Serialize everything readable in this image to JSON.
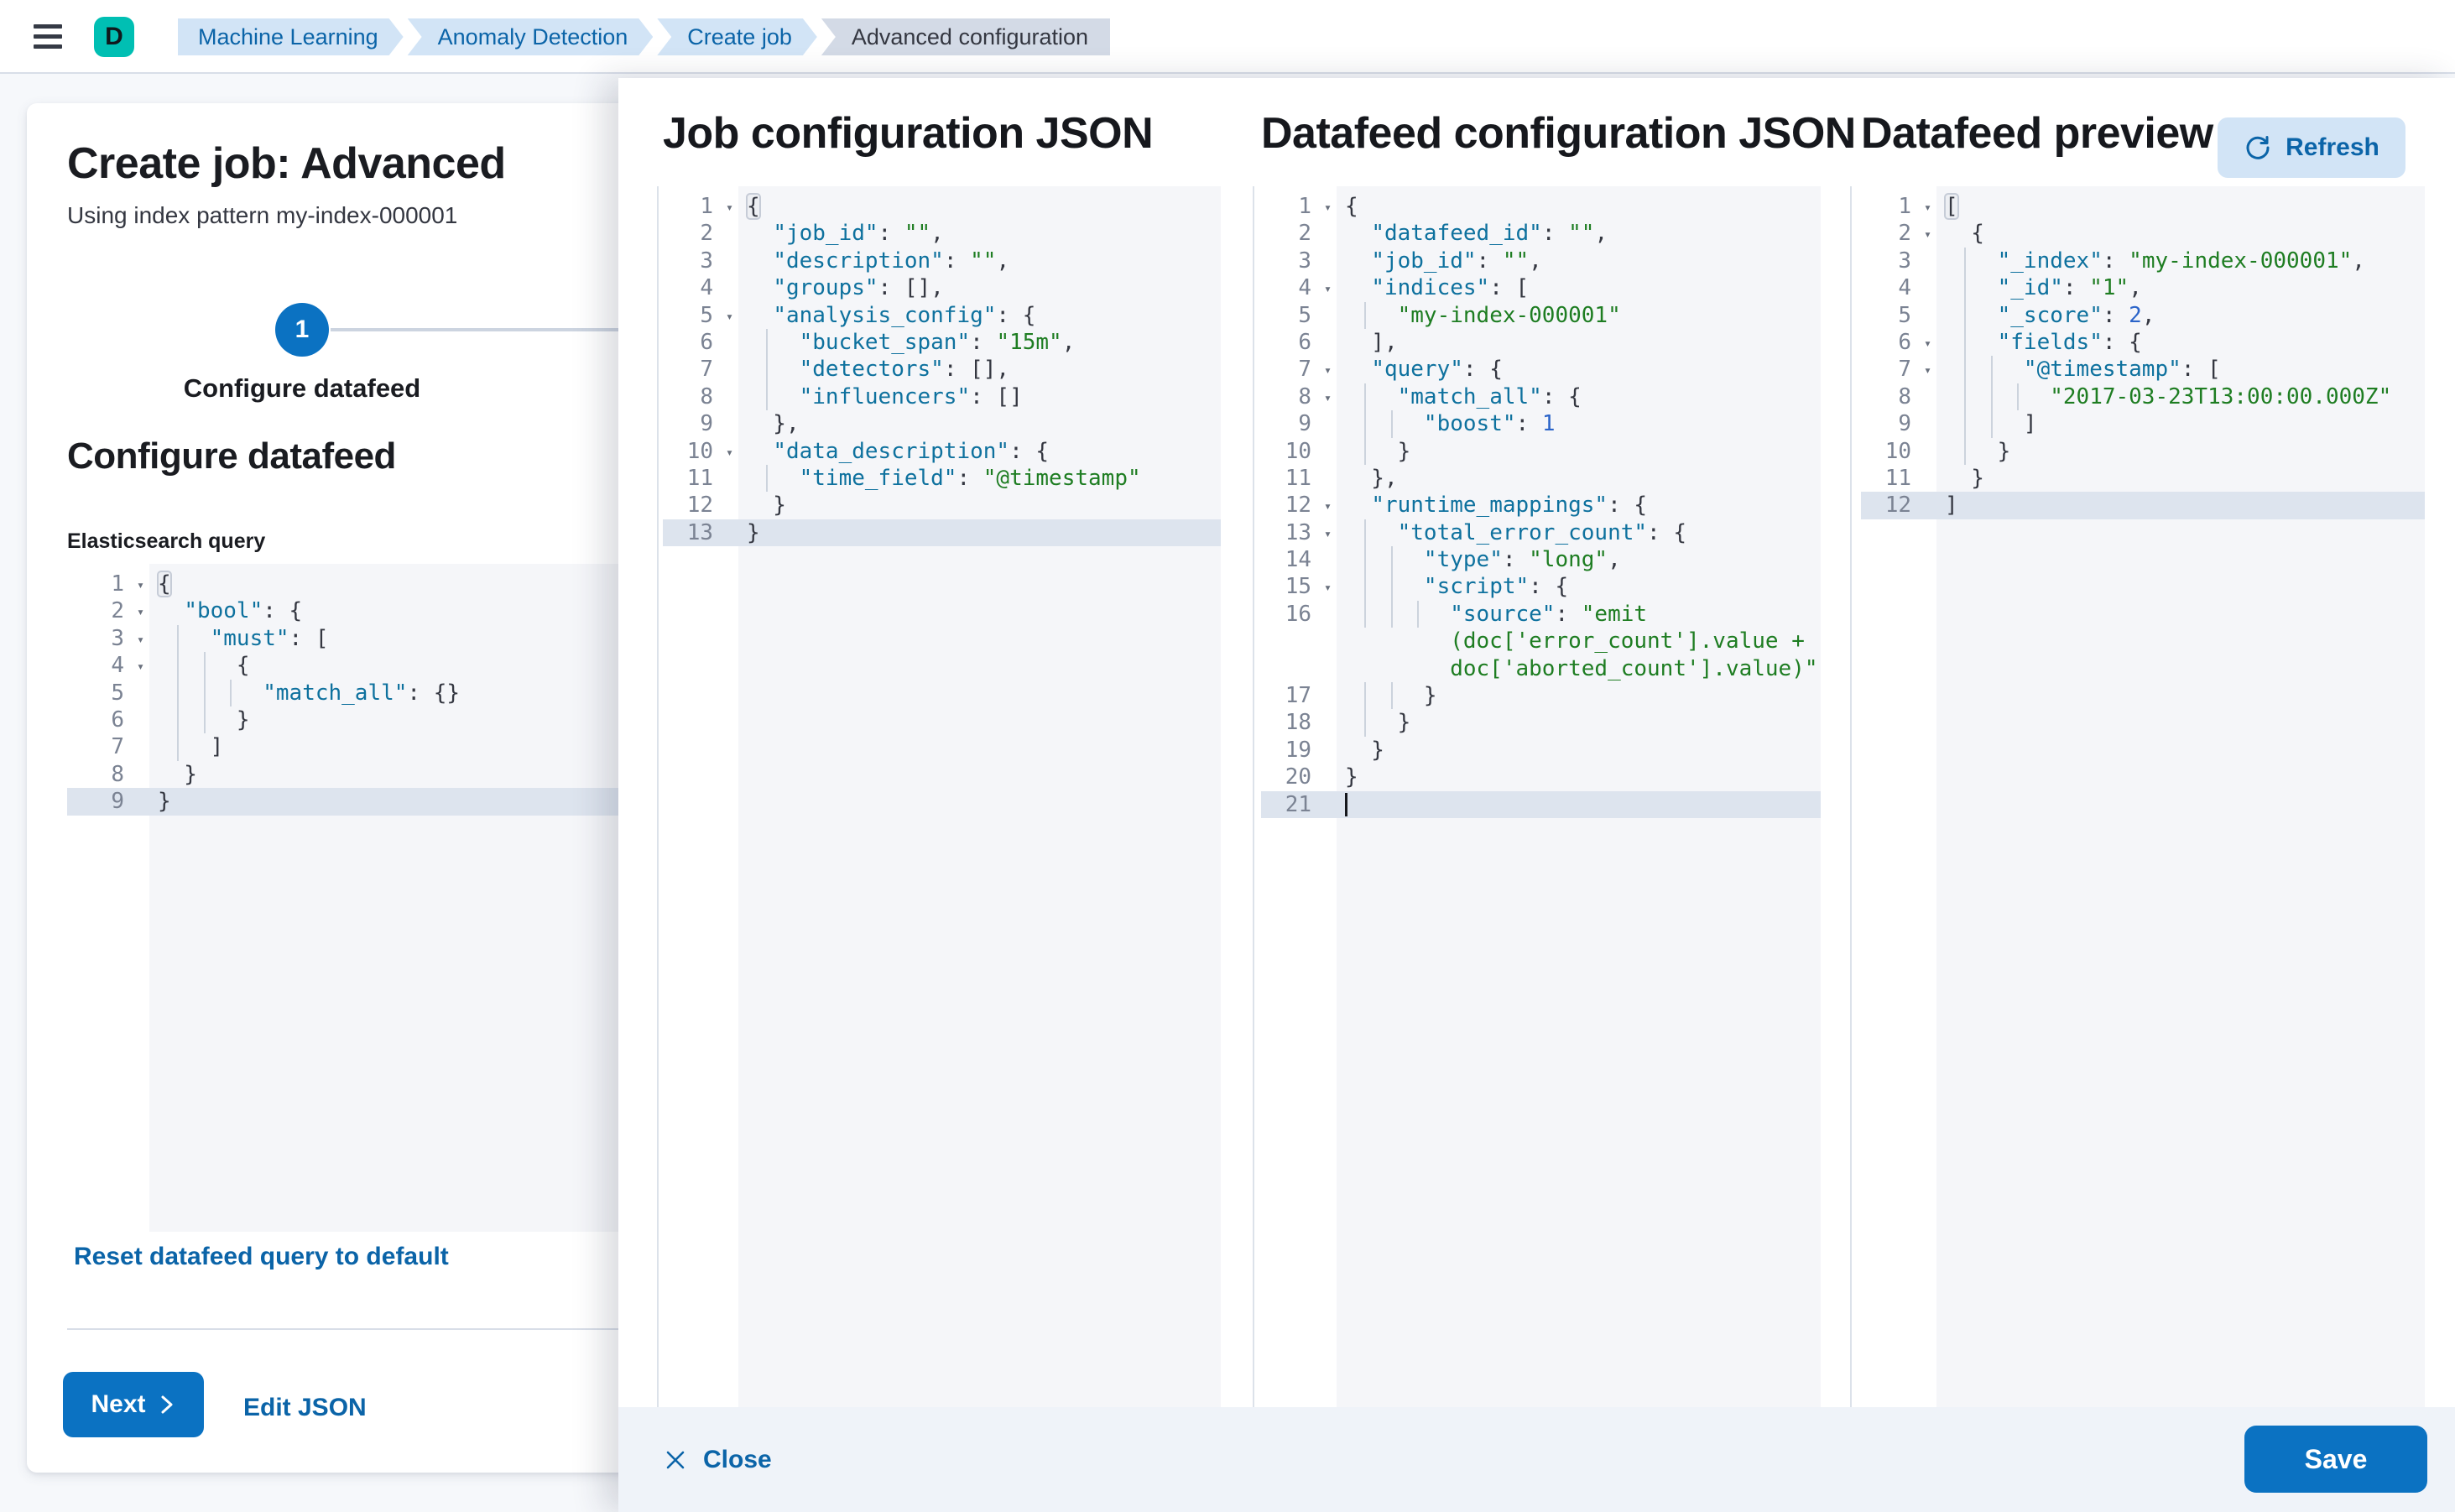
{
  "header": {
    "avatar_letter": "D",
    "breadcrumbs": [
      {
        "label": "Machine Learning",
        "current": false
      },
      {
        "label": "Anomaly Detection",
        "current": false
      },
      {
        "label": "Create job",
        "current": false
      },
      {
        "label": "Advanced configuration",
        "current": true
      }
    ]
  },
  "left_panel": {
    "title": "Create job: Advanced",
    "subtitle": "Using index pattern my-index-000001",
    "step": {
      "number": "1",
      "label": "Configure datafeed"
    },
    "section_heading": "Configure datafeed",
    "query_editor_label": "Elasticsearch query",
    "reset_link": "Reset datafeed query to default",
    "next_label": "Next",
    "edit_json_label": "Edit JSON",
    "query_editor": {
      "lines": [
        {
          "n": "1",
          "t": "{",
          "fold": true,
          "mb": true
        },
        {
          "n": "2",
          "t": "  \"bool\": {",
          "fold": true
        },
        {
          "n": "3",
          "t": "    \"must\": [",
          "fold": true
        },
        {
          "n": "4",
          "t": "      {",
          "fold": true
        },
        {
          "n": "5",
          "t": "        \"match_all\": {}"
        },
        {
          "n": "6",
          "t": "      }"
        },
        {
          "n": "7",
          "t": "    ]"
        },
        {
          "n": "8",
          "t": "  }"
        },
        {
          "n": "9",
          "t": "}",
          "hl": true
        }
      ]
    }
  },
  "flyout": {
    "close_label": "Close",
    "save_label": "Save",
    "columns": [
      {
        "title": "Job configuration JSON",
        "editor": {
          "lines": [
            {
              "n": "1",
              "t": "{",
              "fold": true,
              "mb": true
            },
            {
              "n": "2",
              "t": "  \"job_id\": \"\","
            },
            {
              "n": "3",
              "t": "  \"description\": \"\","
            },
            {
              "n": "4",
              "t": "  \"groups\": [],"
            },
            {
              "n": "5",
              "t": "  \"analysis_config\": {",
              "fold": true
            },
            {
              "n": "6",
              "t": "    \"bucket_span\": \"15m\","
            },
            {
              "n": "7",
              "t": "    \"detectors\": [],"
            },
            {
              "n": "8",
              "t": "    \"influencers\": []"
            },
            {
              "n": "9",
              "t": "  },"
            },
            {
              "n": "10",
              "t": "  \"data_description\": {",
              "fold": true
            },
            {
              "n": "11",
              "t": "    \"time_field\": \"@timestamp\""
            },
            {
              "n": "12",
              "t": "  }"
            },
            {
              "n": "13",
              "t": "}",
              "hl": true
            }
          ]
        }
      },
      {
        "title": "Datafeed configuration JSON",
        "editor": {
          "lines": [
            {
              "n": "1",
              "t": "{",
              "fold": true
            },
            {
              "n": "2",
              "t": "  \"datafeed_id\": \"\","
            },
            {
              "n": "3",
              "t": "  \"job_id\": \"\","
            },
            {
              "n": "4",
              "t": "  \"indices\": [",
              "fold": true
            },
            {
              "n": "5",
              "t": "    \"my-index-000001\""
            },
            {
              "n": "6",
              "t": "  ],"
            },
            {
              "n": "7",
              "t": "  \"query\": {",
              "fold": true
            },
            {
              "n": "8",
              "t": "    \"match_all\": {",
              "fold": true
            },
            {
              "n": "9",
              "t": "      \"boost\": 1"
            },
            {
              "n": "10",
              "t": "    }"
            },
            {
              "n": "11",
              "t": "  },"
            },
            {
              "n": "12",
              "t": "  \"runtime_mappings\": {",
              "fold": true
            },
            {
              "n": "13",
              "t": "    \"total_error_count\": {",
              "fold": true
            },
            {
              "n": "14",
              "t": "      \"type\": \"long\","
            },
            {
              "n": "15",
              "t": "      \"script\": {",
              "fold": true
            },
            {
              "n": "16",
              "t": "        \"source\": \"emit"
            },
            {
              "n": "",
              "t": "        (doc['error_count'].value +",
              "cls": "str"
            },
            {
              "n": "",
              "t": "        doc['aborted_count'].value)\"",
              "cls": "str"
            },
            {
              "n": "17",
              "t": "      }"
            },
            {
              "n": "18",
              "t": "    }"
            },
            {
              "n": "19",
              "t": "  }"
            },
            {
              "n": "20",
              "t": "}"
            },
            {
              "n": "21",
              "t": "",
              "hl": true,
              "cursor": true
            }
          ]
        }
      },
      {
        "title": "Datafeed preview",
        "refresh_label": "Refresh",
        "editor": {
          "lines": [
            {
              "n": "1",
              "t": "[",
              "fold": true,
              "mb": true
            },
            {
              "n": "2",
              "t": "  {",
              "fold": true
            },
            {
              "n": "3",
              "t": "    \"_index\": \"my-index-000001\","
            },
            {
              "n": "4",
              "t": "    \"_id\": \"1\","
            },
            {
              "n": "5",
              "t": "    \"_score\": 2,"
            },
            {
              "n": "6",
              "t": "    \"fields\": {",
              "fold": true
            },
            {
              "n": "7",
              "t": "      \"@timestamp\": [",
              "fold": true
            },
            {
              "n": "8",
              "t": "        \"2017-03-23T13:00:00.000Z\""
            },
            {
              "n": "9",
              "t": "      ]"
            },
            {
              "n": "10",
              "t": "    }"
            },
            {
              "n": "11",
              "t": "  }"
            },
            {
              "n": "12",
              "t": "]",
              "hl": true
            }
          ]
        }
      }
    ]
  }
}
